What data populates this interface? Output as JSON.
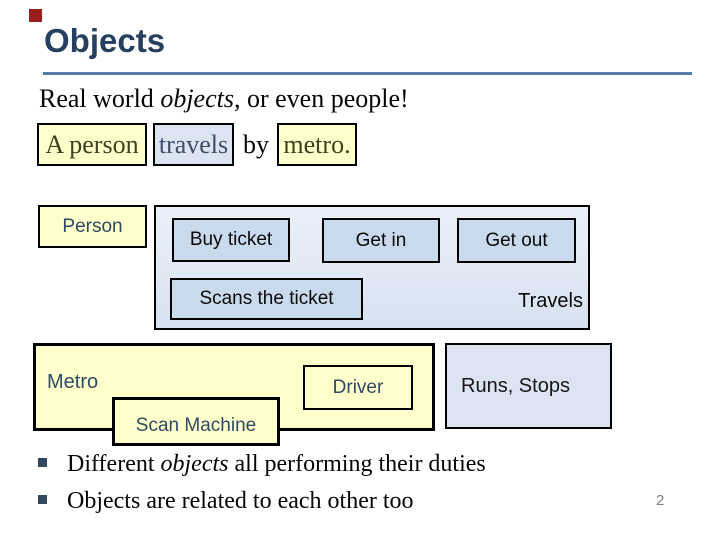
{
  "title": "Objects",
  "sentence": {
    "pre": "Real world ",
    "italic": "objects",
    "post": ", or even people!"
  },
  "example": {
    "person": "A person",
    "verb": "travels",
    "connector": "by",
    "object": "metro."
  },
  "person_diagram": {
    "label": "Person",
    "buy_ticket": "Buy ticket",
    "get_in": "Get in",
    "get_out": "Get out",
    "scans_ticket": "Scans the ticket",
    "travels": "Travels"
  },
  "metro_diagram": {
    "label": "Metro",
    "driver": "Driver",
    "scan_machine": "Scan Machine",
    "runs_stops": "Runs, Stops"
  },
  "bullets": [
    {
      "pre": "Different ",
      "italic": "objects",
      "post": " all performing their duties"
    },
    {
      "pre": "Objects are related to each other too",
      "italic": "",
      "post": ""
    }
  ],
  "page_number": "2",
  "colors": {
    "title_navy": "#24405E",
    "underline_blue": "#537CA9",
    "highlight_yellow": "#FFFFCC",
    "highlight_blue": "#DCE3F1",
    "panel_blue_top": "#EAF0F8",
    "panel_blue_bottom": "#D7E2F0",
    "action_box_blue": "#C9DAEC",
    "label_navy": "#2E4A66",
    "accent_marker_red": "#991F1F",
    "page_number_gray": "#808080"
  }
}
